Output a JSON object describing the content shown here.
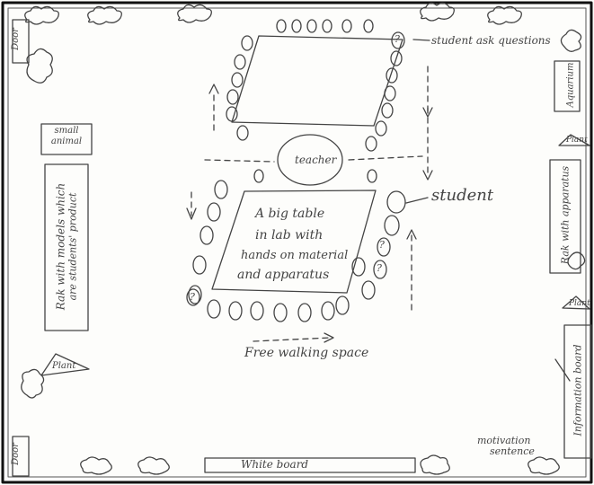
{
  "labels": {
    "door_top": "Door",
    "door_bottom": "Door",
    "small_animal": "small animal",
    "rack_models_line1": "Rak with models which",
    "rack_models_line2": "are students' product",
    "plant_left": "Plant",
    "student_ask": "student ask questions",
    "teacher": "teacher",
    "student": "student",
    "big_table_lines": [
      "A big table",
      "in lab with",
      "hands on material",
      "and apparatus"
    ],
    "free_walking": "Free walking space",
    "aquarium": "Aquarium",
    "plant_right_top": "Plant",
    "rack_apparatus": "Rak with apparatus",
    "plant_right_bottom": "Plant",
    "information_board": "Information board",
    "white_board": "White board",
    "motivation_line1": "motivation",
    "motivation_line2": "sentence"
  },
  "question_mark": "?",
  "colors": {
    "ink": "#444444",
    "frame": "#111111",
    "paper": "#fdfdfb"
  }
}
